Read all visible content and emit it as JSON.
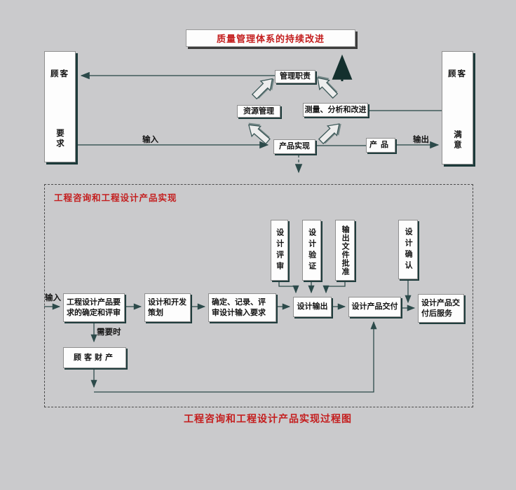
{
  "colors": {
    "background": "#cacacc",
    "line": "#2c4a4a",
    "box_shadow": "#203d3d",
    "red_accent": "#c41e1e",
    "box_fill": "#fdfdfd"
  },
  "top_model": {
    "title": "质量管理体系的持续改进",
    "customer_left": {
      "top": "顾客",
      "bottom": "要求"
    },
    "customer_right": {
      "top": "顾客",
      "bottom": "满意"
    },
    "nodes": {
      "management": "管理职责",
      "resources": "资源管理",
      "measurement": "测量、分析和改进",
      "realization": "产品实现",
      "product": "产品"
    },
    "labels": {
      "input": "输入",
      "output": "输出"
    }
  },
  "process_section": {
    "section_label": "工程咨询和工程设计产品实现",
    "caption": "工程咨询和工程设计产品实现过程图",
    "input_label": "输入",
    "when_needed_label": "需要时",
    "vertical_nodes": {
      "review": "设计评审",
      "verification": "设计验证",
      "approval": "输出文件批准",
      "validation": "设计确认"
    },
    "flow_nodes": {
      "requirements": "工程设计产品要求的确定和评审",
      "planning": "设计和开发策划",
      "inputs": "确定、记录、评审设计输入要求",
      "output": "设计输出",
      "delivery": "设计产品交付",
      "after_service": "设计产品交付后服务",
      "customer_property": "顾客财产"
    }
  }
}
